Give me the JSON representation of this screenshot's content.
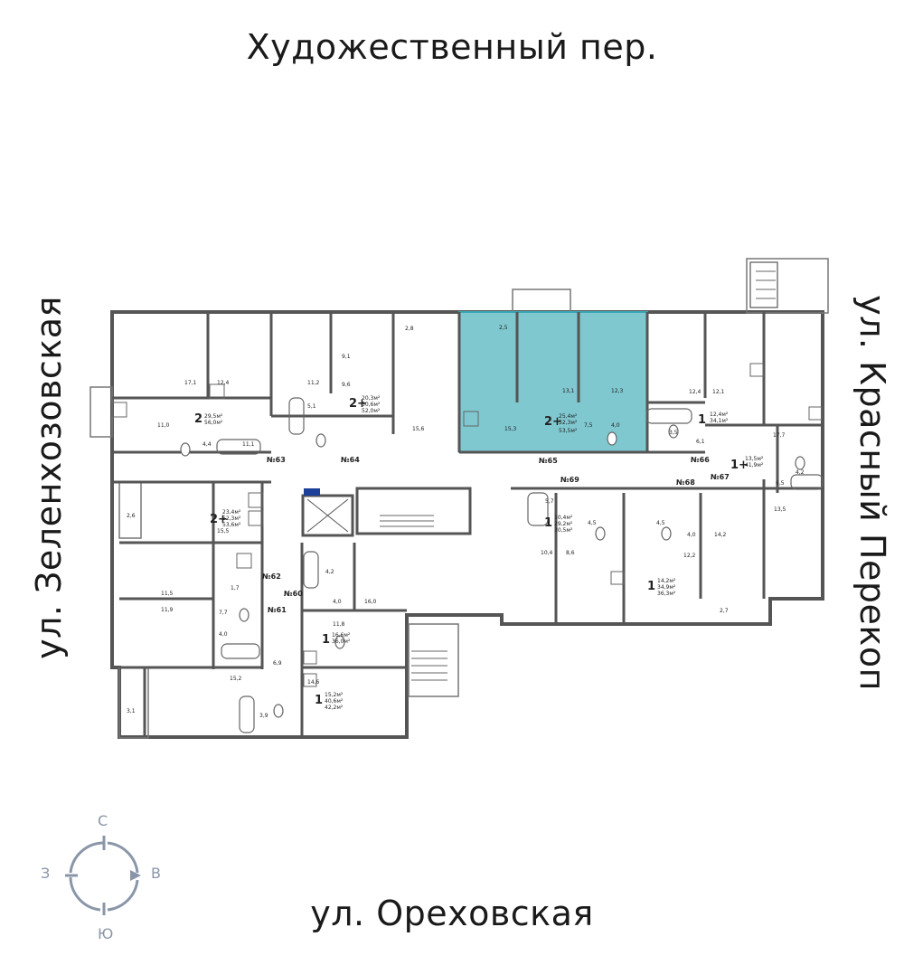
{
  "streets": {
    "top": "Художественный пер.",
    "bottom": "ул. Ореховская",
    "left": "ул. Зеленхозовская",
    "right": "ул. Красный Перекоп"
  },
  "colors": {
    "highlight": "#7fc8d0",
    "highlight_stroke": "#3aa6b4",
    "wall": "#555555",
    "compass": "#8a96a8"
  },
  "compass": {
    "north": "С",
    "south": "Ю",
    "west": "З",
    "east": "В"
  },
  "highlighted_apartment": {
    "number": "№65",
    "type": "2+",
    "living_area": "25,4м²",
    "total_area": "52,3м²",
    "area_with_balcony": "53,5м²",
    "rooms": [
      "2,5",
      "13,1",
      "12,3",
      "15,3",
      "7,5",
      "4,0"
    ]
  },
  "apartments": [
    {
      "number": "№63",
      "type": "2",
      "living": "29,5м²",
      "total": "56,0м²"
    },
    {
      "number": "№64",
      "type": "2+",
      "living": "20,3м²",
      "total": "50,6м²",
      "extra": "52,0м²"
    },
    {
      "number": "№66",
      "type": "1",
      "living": "12,4м²",
      "total": "34,1м²"
    },
    {
      "number": "№67",
      "type": "1+",
      "living": "13,5м²",
      "total": "41,9м²"
    },
    {
      "number": "№62",
      "type": "2+",
      "living": "23,4м²",
      "total": "52,3м²",
      "extra": "53,6м²"
    },
    {
      "number": "№69",
      "type": "1",
      "living": "10,4м²",
      "total": "29,2м²",
      "extra": "30,5м²"
    },
    {
      "number": "№68",
      "type": "1",
      "living": "14,2м²",
      "total": "34,9м²",
      "extra": "36,3м²"
    },
    {
      "number": "№60",
      "type": "1",
      "living": "16,6м²",
      "total": "36,0м²"
    },
    {
      "number": "№61",
      "type": "1",
      "living": "15,2м²",
      "total": "40,6м²",
      "extra": "42,2м²"
    }
  ],
  "room_areas": [
    "17,1",
    "12,4",
    "11,0",
    "4,4",
    "11,1",
    "9,1",
    "9,6",
    "5,1",
    "11,2",
    "2,8",
    "15,6",
    "3,5",
    "12,4",
    "12,1",
    "6,1",
    "17,7",
    "4,2",
    "6,5",
    "13,5",
    "2,6",
    "15,5",
    "11,5",
    "1,7",
    "11,9",
    "7,7",
    "4,0",
    "4,2",
    "4,0",
    "16,0",
    "11,8",
    "6,9",
    "14,6",
    "15,2",
    "3,9",
    "3,1",
    "5,7",
    "4,5",
    "4,5",
    "10,4",
    "8,6",
    "4,0",
    "14,2",
    "12,2",
    "2,7"
  ]
}
